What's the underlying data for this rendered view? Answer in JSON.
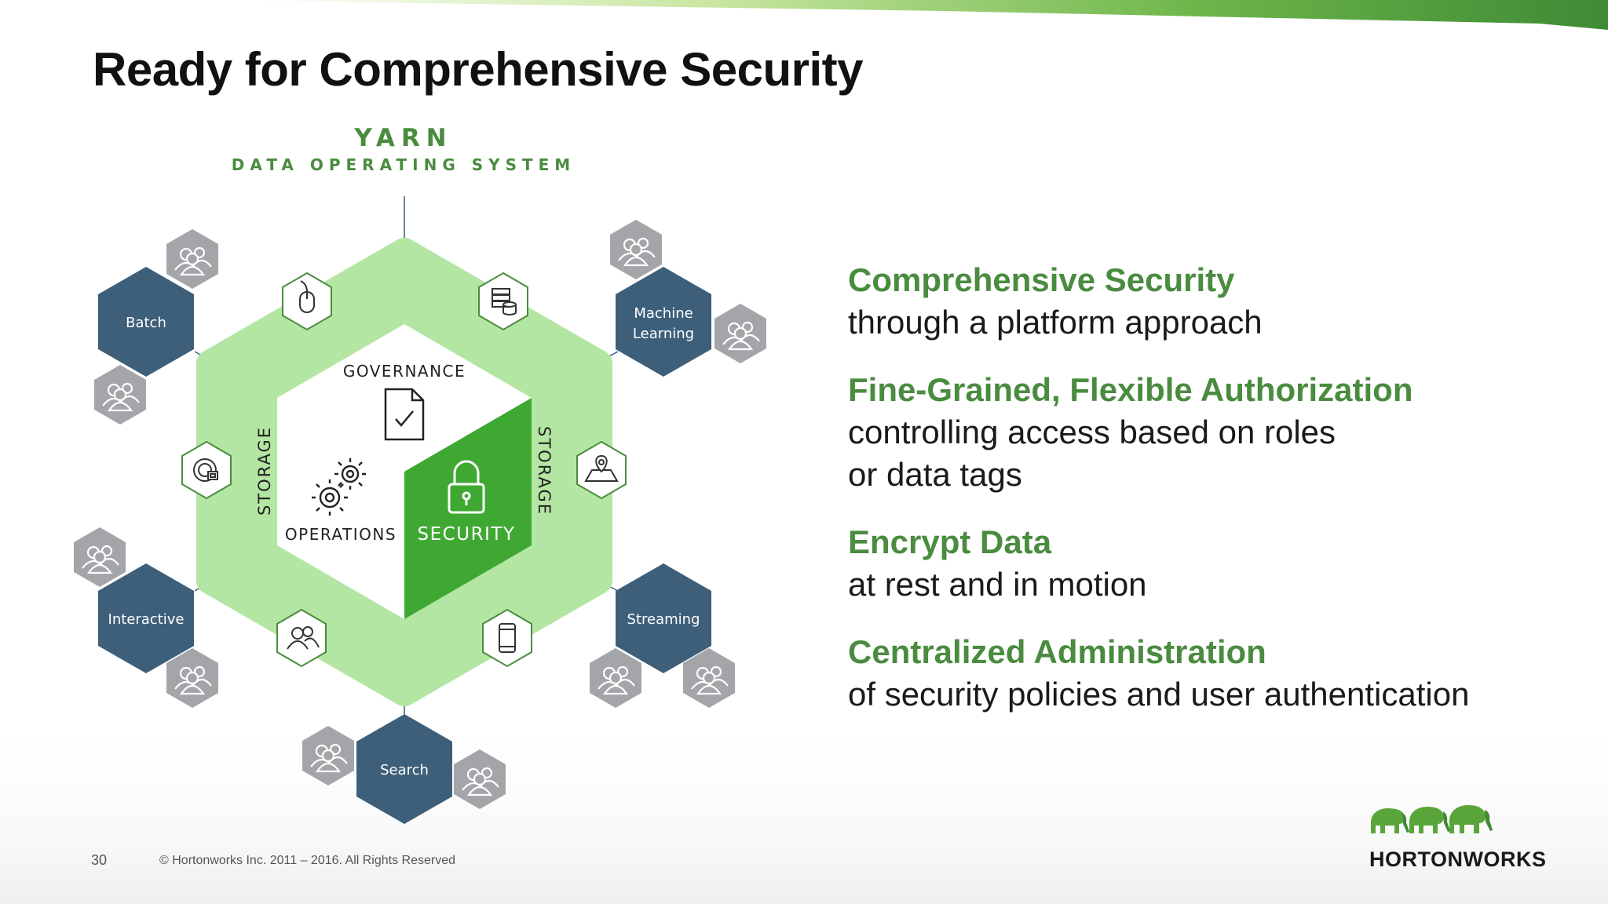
{
  "slide": {
    "title": "Ready for Comprehensive Security",
    "page_number": "30",
    "copyright": "© Hortonworks Inc. 2011 – 2016. All Rights Reserved"
  },
  "colors": {
    "brand_green": "#4a8c3f",
    "security_green": "#3fa832",
    "light_green": "#b4e6a3",
    "engine_hex": "#3d5f7a",
    "user_hex": "#a3a5a8"
  },
  "diagram": {
    "yarn_title": "YARN",
    "yarn_subtitle": "DATA OPERATING SYSTEM",
    "center": {
      "governance": "GOVERNANCE",
      "operations": "OPERATIONS",
      "security": "SECURITY",
      "storage_left": "STORAGE",
      "storage_right": "STORAGE"
    },
    "engines": [
      {
        "id": "batch",
        "label": [
          "Batch"
        ]
      },
      {
        "id": "machine-learning",
        "label": [
          "Machine",
          "Learning"
        ]
      },
      {
        "id": "interactive",
        "label": [
          "Interactive"
        ]
      },
      {
        "id": "streaming",
        "label": [
          "Streaming"
        ]
      },
      {
        "id": "search",
        "label": [
          "Search"
        ]
      }
    ],
    "ring_icons": [
      "mouse-icon",
      "database-server-icon",
      "target-screen-icon",
      "map-location-icon",
      "users-icon",
      "mobile-phone-icon"
    ],
    "center_icons": [
      "document-check-icon",
      "gears-icon",
      "lock-icon"
    ]
  },
  "bullets": [
    {
      "heading": "Comprehensive Security",
      "body": "through a platform approach"
    },
    {
      "heading": "Fine-Grained, Flexible Authorization",
      "body": "controlling access based on roles\nor data tags"
    },
    {
      "heading": "Encrypt Data",
      "body": "at rest and in motion"
    },
    {
      "heading": "Centralized Administration",
      "body": "of security policies and user authentication"
    }
  ],
  "logo": {
    "text": "HORTONWORKS"
  }
}
